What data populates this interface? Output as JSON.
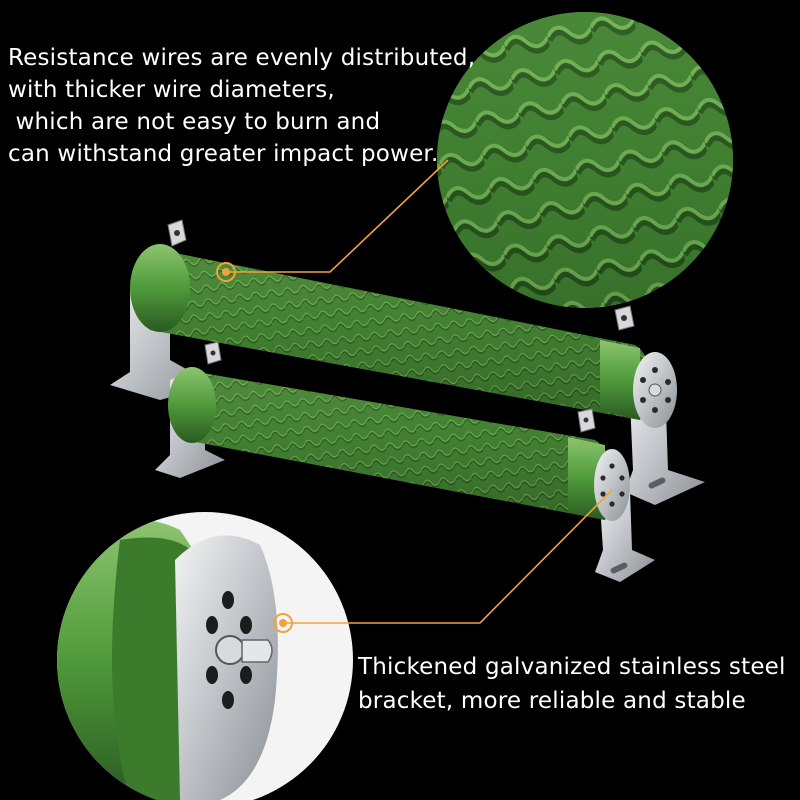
{
  "captions": {
    "top": {
      "lines": [
        "Resistance wires are evenly distributed,",
        "with thicker wire diameters,",
        " which are not easy to burn and",
        "can withstand greater impact power."
      ]
    },
    "bottom": {
      "lines": [
        "Thickened galvanized stainless steel",
        "bracket, more reliable and stable"
      ]
    }
  },
  "colors": {
    "background": "#000000",
    "resistor_green": "#4f8f3c",
    "resistor_dark": "#2f5f25",
    "callout_orange": "#f2a23a",
    "steel": "#c9ccd0"
  },
  "icons": [
    "callout-marker-icon"
  ]
}
